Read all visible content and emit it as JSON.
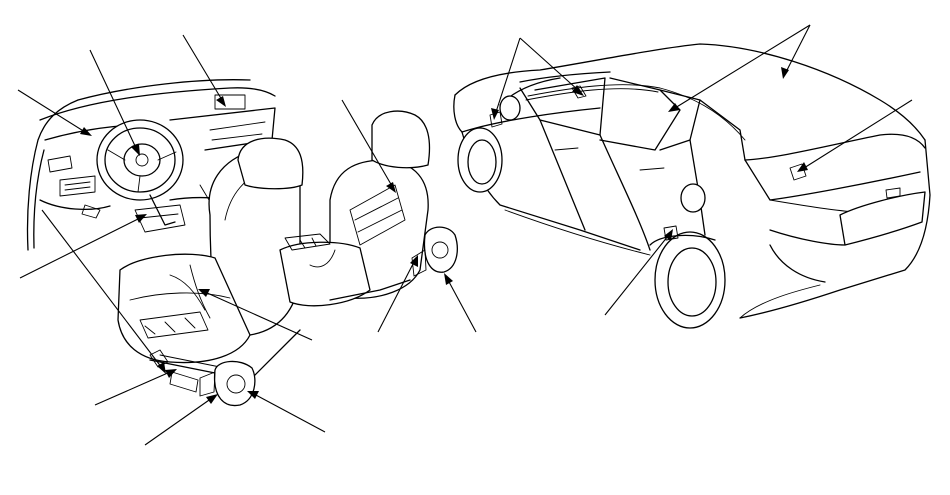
{
  "diagram": {
    "colors": {
      "line": "#000000",
      "background": "#ffffff"
    },
    "callouts": {
      "interior": [
        "leader-1",
        "leader-2",
        "leader-3",
        "leader-4",
        "leader-5",
        "leader-6",
        "leader-7",
        "leader-8",
        "leader-9",
        "leader-10",
        "leader-11"
      ],
      "exterior": [
        "leader-12",
        "leader-13",
        "leader-14",
        "leader-15",
        "leader-16"
      ]
    }
  }
}
